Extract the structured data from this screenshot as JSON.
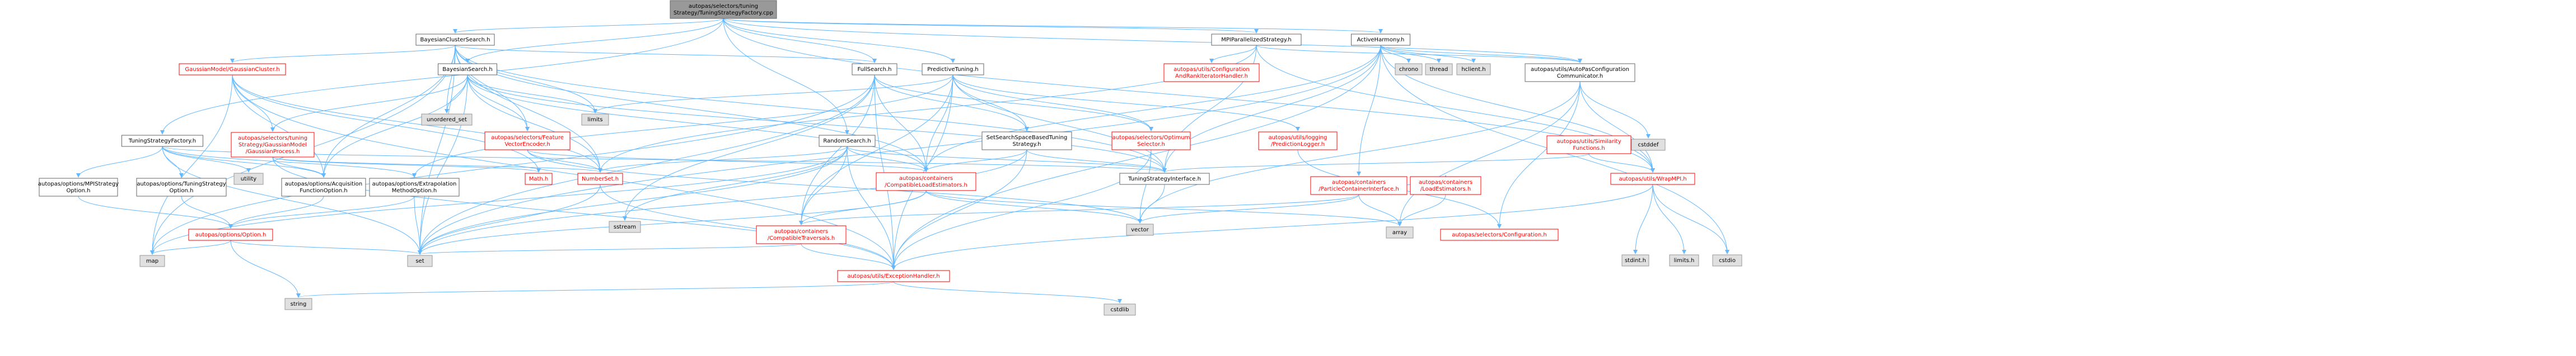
{
  "colors": {
    "root_fill": "#999999",
    "project_fill": "#ffffff",
    "project_stroke": "#ff0000",
    "external_fill": "#e0e0e0",
    "external_stroke": "#999999",
    "edge": "#63b8ff",
    "text_project": "#ff0000",
    "text_default": "#000000"
  },
  "nodes": [
    {
      "id": "root",
      "kind": "root",
      "lines": [
        "autopas/selectors/tuning",
        "Strategy/TuningStrategyFactory.cpp"
      ]
    },
    {
      "id": "bayesianCluster",
      "kind": "plain",
      "lines": [
        "BayesianClusterSearch.h"
      ]
    },
    {
      "id": "mpiParallelized",
      "kind": "plain",
      "lines": [
        "MPIParallelizedStrategy.h"
      ]
    },
    {
      "id": "activeHarmony",
      "kind": "plain",
      "lines": [
        "ActiveHarmony.h"
      ]
    },
    {
      "id": "gaussianCluster",
      "kind": "project",
      "lines": [
        "GaussianModel/GaussianCluster.h"
      ]
    },
    {
      "id": "bayesianSearch",
      "kind": "plain",
      "lines": [
        "BayesianSearch.h"
      ]
    },
    {
      "id": "fullSearch",
      "kind": "plain",
      "lines": [
        "FullSearch.h"
      ]
    },
    {
      "id": "predictiveTuning",
      "kind": "plain",
      "lines": [
        "PredictiveTuning.h"
      ]
    },
    {
      "id": "configAndRank",
      "kind": "project",
      "lines": [
        "autopas/utils/Configuration",
        "AndRankIteratorHandler.h"
      ]
    },
    {
      "id": "chrono",
      "kind": "external",
      "lines": [
        "chrono"
      ]
    },
    {
      "id": "thread",
      "kind": "external",
      "lines": [
        "thread"
      ]
    },
    {
      "id": "hclient",
      "kind": "external",
      "lines": [
        "hclient.h"
      ]
    },
    {
      "id": "autoPasConfigComm",
      "kind": "plain",
      "lines": [
        "autopas/utils/AutoPasConfiguration",
        "Communicator.h"
      ]
    },
    {
      "id": "tsFactory",
      "kind": "plain",
      "lines": [
        "TuningStrategyFactory.h"
      ]
    },
    {
      "id": "gaussianProcess",
      "kind": "project",
      "lines": [
        "autopas/selectors/tuning",
        "Strategy/GaussianModel",
        "/GaussianProcess.h"
      ]
    },
    {
      "id": "unorderedSet",
      "kind": "external",
      "lines": [
        "unordered_set"
      ]
    },
    {
      "id": "limits",
      "kind": "external",
      "lines": [
        "limits"
      ]
    },
    {
      "id": "featureVectorEncoder",
      "kind": "project",
      "lines": [
        "autopas/selectors/Feature",
        "VectorEncoder.h"
      ]
    },
    {
      "id": "setSearchSpace",
      "kind": "plain",
      "lines": [
        "SetSearchSpaceBasedTuning",
        "Strategy.h"
      ]
    },
    {
      "id": "optimumSelector",
      "kind": "project",
      "lines": [
        "autopas/selectors/Optimum",
        "Selector.h"
      ]
    },
    {
      "id": "predictionLogger",
      "kind": "project",
      "lines": [
        "autopas/utils/logging",
        "/PredictionLogger.h"
      ]
    },
    {
      "id": "cstddef",
      "kind": "external",
      "lines": [
        "cstddef"
      ]
    },
    {
      "id": "similarityFunctions",
      "kind": "project",
      "lines": [
        "autopas/utils/Similarity",
        "Functions.h"
      ]
    },
    {
      "id": "randomSearch",
      "kind": "plain",
      "lines": [
        "RandomSearch.h"
      ]
    },
    {
      "id": "mpiStrategyOption",
      "kind": "plain",
      "lines": [
        "autopas/options/MPIStrategy",
        "Option.h"
      ]
    },
    {
      "id": "tuningStrategyOption",
      "kind": "plain",
      "lines": [
        "autopas/options/TuningStrategy",
        "Option.h"
      ]
    },
    {
      "id": "utility",
      "kind": "external",
      "lines": [
        "utility"
      ]
    },
    {
      "id": "acquisitionOption",
      "kind": "plain",
      "lines": [
        "autopas/options/Acquisition",
        "FunctionOption.h"
      ]
    },
    {
      "id": "extrapolationOption",
      "kind": "plain",
      "lines": [
        "autopas/options/Extrapolation",
        "MethodOption.h"
      ]
    },
    {
      "id": "mathH",
      "kind": "project",
      "lines": [
        "Math.h"
      ]
    },
    {
      "id": "numberSet",
      "kind": "project",
      "lines": [
        "NumberSet.h"
      ]
    },
    {
      "id": "compatibleLoadEstimators",
      "kind": "project",
      "lines": [
        "autopas/containers",
        "/CompatibleLoadEstimators.h"
      ]
    },
    {
      "id": "tsInterface",
      "kind": "plain",
      "lines": [
        "TuningStrategyInterface.h"
      ]
    },
    {
      "id": "particleContainerInterface",
      "kind": "project",
      "lines": [
        "autopas/containers",
        "/ParticleContainerInterface.h"
      ]
    },
    {
      "id": "loadEstimators",
      "kind": "project",
      "lines": [
        "autopas/containers",
        "/LoadEstimators.h"
      ]
    },
    {
      "id": "wrapMPI",
      "kind": "project",
      "lines": [
        "autopas/utils/WrapMPI.h"
      ]
    },
    {
      "id": "optionH",
      "kind": "project",
      "lines": [
        "autopas/options/Option.h"
      ]
    },
    {
      "id": "sstream",
      "kind": "external",
      "lines": [
        "sstream"
      ]
    },
    {
      "id": "compatibleTraversals",
      "kind": "project",
      "lines": [
        "autopas/containers",
        "/CompatibleTraversals.h"
      ]
    },
    {
      "id": "vector",
      "kind": "external",
      "lines": [
        "vector"
      ]
    },
    {
      "id": "array",
      "kind": "external",
      "lines": [
        "array"
      ]
    },
    {
      "id": "configurationH",
      "kind": "project",
      "lines": [
        "autopas/selectors/Configuration.h"
      ]
    },
    {
      "id": "stdint",
      "kind": "external",
      "lines": [
        "stdint.h"
      ]
    },
    {
      "id": "limitsH",
      "kind": "external",
      "lines": [
        "limits.h"
      ]
    },
    {
      "id": "cstdio",
      "kind": "external",
      "lines": [
        "cstdio"
      ]
    },
    {
      "id": "map",
      "kind": "external",
      "lines": [
        "map"
      ]
    },
    {
      "id": "set",
      "kind": "external",
      "lines": [
        "set"
      ]
    },
    {
      "id": "exceptionHandler",
      "kind": "project",
      "lines": [
        "autopas/utils/ExceptionHandler.h"
      ]
    },
    {
      "id": "string",
      "kind": "external",
      "lines": [
        "string"
      ]
    },
    {
      "id": "cstdlib",
      "kind": "external",
      "lines": [
        "cstdlib"
      ]
    }
  ],
  "edges": [
    [
      "root",
      "bayesianCluster"
    ],
    [
      "root",
      "mpiParallelized"
    ],
    [
      "root",
      "activeHarmony"
    ],
    [
      "root",
      "bayesianSearch"
    ],
    [
      "root",
      "fullSearch"
    ],
    [
      "root",
      "predictiveTuning"
    ],
    [
      "root",
      "randomSearch"
    ],
    [
      "root",
      "tsFactory"
    ],
    [
      "root",
      "autoPasConfigComm"
    ],
    [
      "root",
      "wrapMPI"
    ],
    [
      "bayesianCluster",
      "gaussianCluster"
    ],
    [
      "bayesianCluster",
      "fullSearch"
    ],
    [
      "bayesianCluster",
      "featureVectorEncoder"
    ],
    [
      "bayesianCluster",
      "acquisitionOption"
    ],
    [
      "bayesianCluster",
      "numberSet"
    ],
    [
      "bayesianCluster",
      "compatibleLoadEstimators"
    ],
    [
      "bayesianCluster",
      "tsInterface"
    ],
    [
      "bayesianCluster",
      "limits"
    ],
    [
      "bayesianCluster",
      "unorderedSet"
    ],
    [
      "bayesianCluster",
      "map"
    ],
    [
      "bayesianCluster",
      "set"
    ],
    [
      "mpiParallelized",
      "configAndRank"
    ],
    [
      "mpiParallelized",
      "autoPasConfigComm"
    ],
    [
      "mpiParallelized",
      "tsInterface"
    ],
    [
      "mpiParallelized",
      "wrapMPI"
    ],
    [
      "mpiParallelized",
      "numberSet"
    ],
    [
      "activeHarmony",
      "chrono"
    ],
    [
      "activeHarmony",
      "thread"
    ],
    [
      "activeHarmony",
      "hclient"
    ],
    [
      "activeHarmony",
      "autoPasConfigComm"
    ],
    [
      "activeHarmony",
      "tsInterface"
    ],
    [
      "activeHarmony",
      "compatibleLoadEstimators"
    ],
    [
      "activeHarmony",
      "particleContainerInterface"
    ],
    [
      "activeHarmony",
      "exceptionHandler"
    ],
    [
      "activeHarmony",
      "wrapMPI"
    ],
    [
      "activeHarmony",
      "cstdio"
    ],
    [
      "activeHarmony",
      "set"
    ],
    [
      "gaussianCluster",
      "gaussianProcess"
    ],
    [
      "gaussianCluster",
      "acquisitionOption"
    ],
    [
      "gaussianCluster",
      "mathH"
    ],
    [
      "gaussianCluster",
      "numberSet"
    ],
    [
      "gaussianCluster",
      "exceptionHandler"
    ],
    [
      "gaussianCluster",
      "map"
    ],
    [
      "bayesianSearch",
      "gaussianProcess"
    ],
    [
      "bayesianSearch",
      "featureVectorEncoder"
    ],
    [
      "bayesianSearch",
      "numberSet"
    ],
    [
      "bayesianSearch",
      "compatibleLoadEstimators"
    ],
    [
      "bayesianSearch",
      "tsInterface"
    ],
    [
      "bayesianSearch",
      "unorderedSet"
    ],
    [
      "bayesianSearch",
      "set"
    ],
    [
      "bayesianSearch",
      "acquisitionOption"
    ],
    [
      "bayesianSearch",
      "limits"
    ],
    [
      "fullSearch",
      "setSearchSpace"
    ],
    [
      "fullSearch",
      "compatibleLoadEstimators"
    ],
    [
      "fullSearch",
      "compatibleTraversals"
    ],
    [
      "fullSearch",
      "exceptionHandler"
    ],
    [
      "fullSearch",
      "optimumSelector"
    ],
    [
      "fullSearch",
      "set"
    ],
    [
      "fullSearch",
      "sstream"
    ],
    [
      "fullSearch",
      "map"
    ],
    [
      "predictiveTuning",
      "setSearchSpace"
    ],
    [
      "predictiveTuning",
      "optimumSelector"
    ],
    [
      "predictiveTuning",
      "predictionLogger"
    ],
    [
      "predictiveTuning",
      "compatibleLoadEstimators"
    ],
    [
      "predictiveTuning",
      "compatibleTraversals"
    ],
    [
      "predictiveTuning",
      "exceptionHandler"
    ],
    [
      "predictiveTuning",
      "extrapolationOption"
    ],
    [
      "predictiveTuning",
      "limits"
    ],
    [
      "predictiveTuning",
      "tsInterface"
    ],
    [
      "autoPasConfigComm",
      "wrapMPI"
    ],
    [
      "autoPasConfigComm",
      "configurationH"
    ],
    [
      "autoPasConfigComm",
      "cstddef"
    ],
    [
      "autoPasConfigComm",
      "vector"
    ],
    [
      "autoPasConfigComm",
      "array"
    ],
    [
      "tsFactory",
      "mpiStrategyOption"
    ],
    [
      "tsFactory",
      "tuningStrategyOption"
    ],
    [
      "tsFactory",
      "acquisitionOption"
    ],
    [
      "tsFactory",
      "extrapolationOption"
    ],
    [
      "tsFactory",
      "tsInterface"
    ],
    [
      "tsFactory",
      "utility"
    ],
    [
      "tsFactory",
      "set"
    ],
    [
      "gaussianProcess",
      "acquisitionOption"
    ],
    [
      "gaussianProcess",
      "numberSet"
    ],
    [
      "gaussianProcess",
      "exceptionHandler"
    ],
    [
      "gaussianProcess",
      "mathH"
    ],
    [
      "featureVectorEncoder",
      "numberSet"
    ],
    [
      "featureVectorEncoder",
      "compatibleLoadEstimators"
    ],
    [
      "featureVectorEncoder",
      "vector"
    ],
    [
      "setSearchSpace",
      "tsInterface"
    ],
    [
      "setSearchSpace",
      "compatibleLoadEstimators"
    ],
    [
      "setSearchSpace",
      "exceptionHandler"
    ],
    [
      "setSearchSpace",
      "set"
    ],
    [
      "optimumSelector",
      "vector"
    ],
    [
      "optimumSelector",
      "exceptionHandler"
    ],
    [
      "predictionLogger",
      "configurationH"
    ],
    [
      "similarityFunctions",
      "wrapMPI"
    ],
    [
      "similarityFunctions",
      "tsInterface"
    ],
    [
      "randomSearch",
      "numberSet"
    ],
    [
      "randomSearch",
      "compatibleLoadEstimators"
    ],
    [
      "randomSearch",
      "compatibleTraversals"
    ],
    [
      "randomSearch",
      "exceptionHandler"
    ],
    [
      "randomSearch",
      "tsInterface"
    ],
    [
      "randomSearch",
      "set"
    ],
    [
      "randomSearch",
      "map"
    ],
    [
      "randomSearch",
      "sstream"
    ],
    [
      "mpiStrategyOption",
      "optionH"
    ],
    [
      "tuningStrategyOption",
      "optionH"
    ],
    [
      "acquisitionOption",
      "optionH"
    ],
    [
      "extrapolationOption",
      "optionH"
    ],
    [
      "extrapolationOption",
      "set"
    ],
    [
      "numberSet",
      "exceptionHandler"
    ],
    [
      "numberSet",
      "set"
    ],
    [
      "compatibleLoadEstimators",
      "compatibleTraversals"
    ],
    [
      "compatibleLoadEstimators",
      "vector"
    ],
    [
      "compatibleLoadEstimators",
      "array"
    ],
    [
      "compatibleLoadEstimators",
      "set"
    ],
    [
      "tsInterface",
      "vector"
    ],
    [
      "particleContainerInterface",
      "loadEstimators"
    ],
    [
      "particleContainerInterface",
      "compatibleTraversals"
    ],
    [
      "particleContainerInterface",
      "vector"
    ],
    [
      "particleContainerInterface",
      "array"
    ],
    [
      "loadEstimators",
      "array"
    ],
    [
      "wrapMPI",
      "stdint"
    ],
    [
      "wrapMPI",
      "limitsH"
    ],
    [
      "wrapMPI",
      "cstdio"
    ],
    [
      "wrapMPI",
      "exceptionHandler"
    ],
    [
      "optionH",
      "map"
    ],
    [
      "optionH",
      "set"
    ],
    [
      "optionH",
      "string"
    ],
    [
      "compatibleTraversals",
      "exceptionHandler"
    ],
    [
      "compatibleTraversals",
      "set"
    ],
    [
      "exceptionHandler",
      "string"
    ],
    [
      "exceptionHandler",
      "cstdlib"
    ]
  ]
}
